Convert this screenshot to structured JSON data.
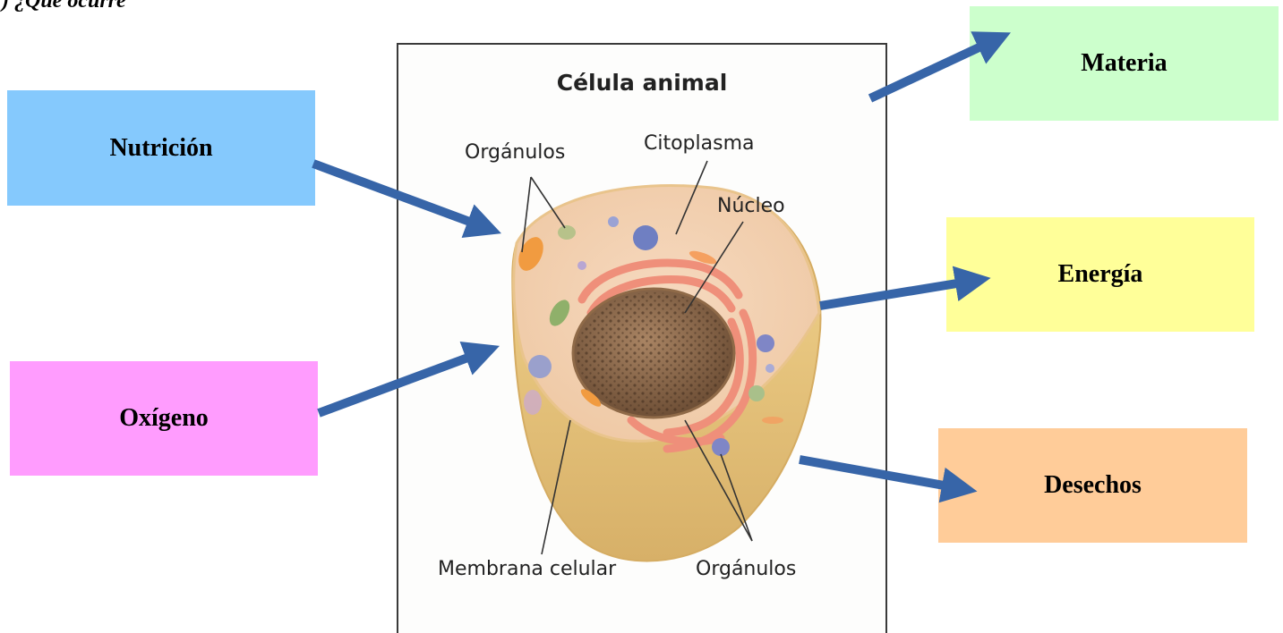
{
  "page_fragment": ") ¿Qué ocurre",
  "colors": {
    "nutricion": "#85c9fd",
    "oxigeno": "#ff9cfe",
    "materia": "#ccffcc",
    "energia": "#ffff99",
    "desechos": "#ffcc99",
    "arrow": "#3765a8"
  },
  "boxes": {
    "nutricion": "Nutrición",
    "oxigeno": "Oxígeno",
    "materia": "Materia",
    "energia": "Energía",
    "desechos": "Desechos"
  },
  "diagram": {
    "title": "Célula animal",
    "labels": {
      "organulos_top": "Orgánulos",
      "citoplasma": "Citoplasma",
      "nucleo": "Núcleo",
      "membrana": "Membrana celular",
      "organulos_bottom": "Orgánulos"
    }
  }
}
